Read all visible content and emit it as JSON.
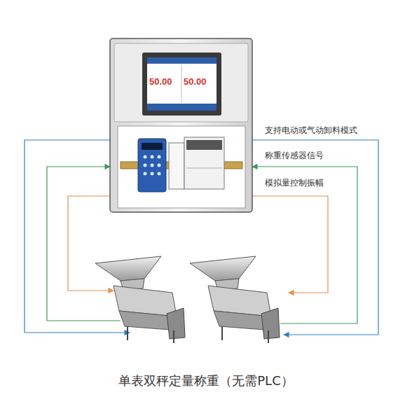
{
  "diagram": {
    "caption": "单表双秤定量称重（无需PLC）",
    "nodes": [
      {
        "text": [
          "50.00",
          "50.00"
        ]
      }
    ],
    "labels": [
      "支持电动或气动卸料模式",
      "称重传感器信号",
      "模拟量控制振幅"
    ]
  }
}
